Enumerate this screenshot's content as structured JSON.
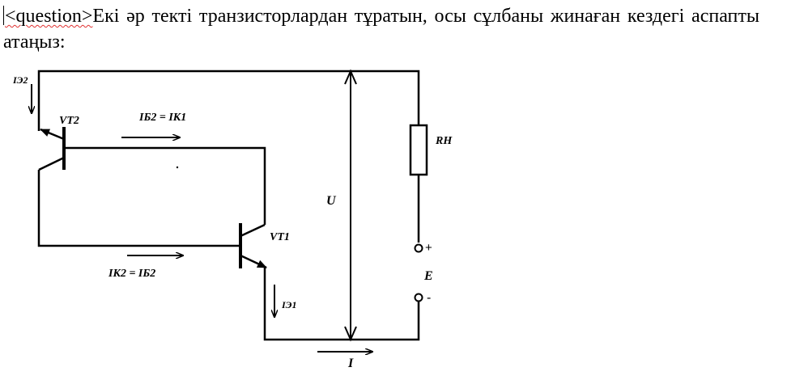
{
  "question": {
    "tag": "<question>",
    "text": "Екі әр текті транзисторлардан тұратын, осы сұлбаны жинаған кездегі аспапты атаңыз:"
  },
  "diagram": {
    "labels": {
      "ie2": "IЭ2",
      "vt2": "VT2",
      "ib2_ik1": "IБ2 = IК1",
      "vt1": "VT1",
      "ik2_ib2": "IК2 = IБ2",
      "ie1": "IЭ1",
      "u": "U",
      "rn": "RН",
      "plus": "+",
      "e": "E",
      "minus": "-",
      "i": "I"
    }
  }
}
